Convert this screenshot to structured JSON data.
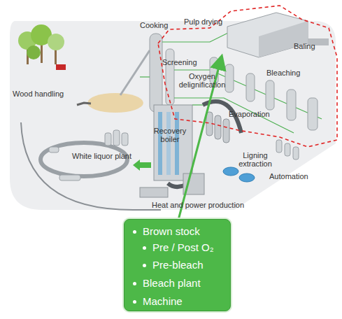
{
  "diagram": {
    "nodes": [
      {
        "text": [
          "Brown stock",
          "Pre / Post O₂",
          "Pre-bleach",
          "Bleach plant",
          "Machine"
        ]
      }
    ],
    "labels": [
      "Cooking",
      "Pulp drying",
      "Baling",
      "Wood handling",
      "Screening",
      "Oxygen delignification",
      "Bleaching",
      "Evaporation",
      "Recovery boiler",
      "White liquor plant",
      "Ligning extraction",
      "Automation",
      "Heat and power production"
    ]
  }
}
